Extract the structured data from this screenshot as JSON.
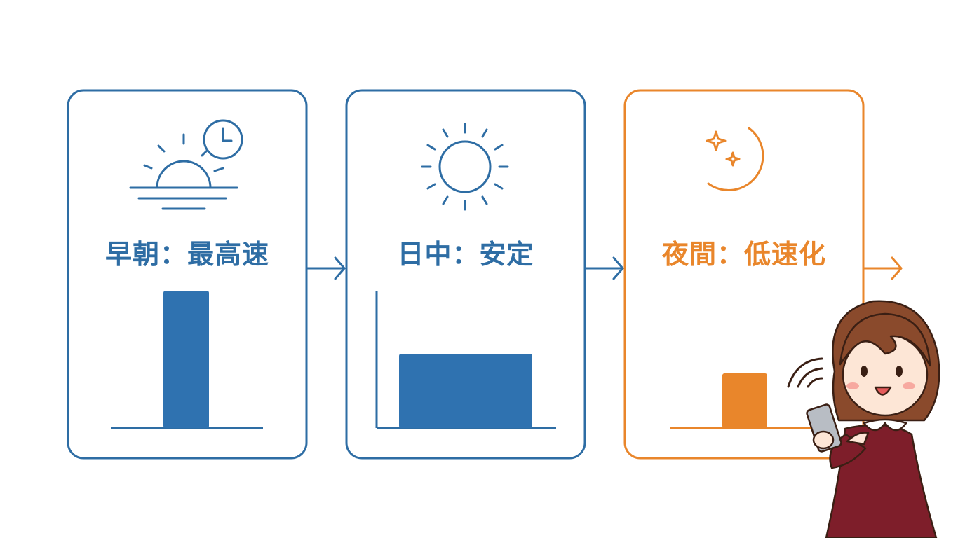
{
  "colors": {
    "blue": "#2E6DA4",
    "bar_blue": "#2F72B0",
    "orange": "#E9862B",
    "background": "#FFFFFF",
    "dress": "#7E1E2A",
    "hair": "#8A4A2C",
    "skin": "#FDE6D6"
  },
  "panels": [
    {
      "label": "早朝：最高速",
      "icon": "sunrise-clock-icon",
      "speed_level": 0.83,
      "color": "#2E6DA4"
    },
    {
      "label": "日中：安定",
      "icon": "sun-icon",
      "speed_level": 0.45,
      "color": "#2E6DA4"
    },
    {
      "label": "夜間：低速化",
      "icon": "moon-stars-icon",
      "speed_level": 0.33,
      "color": "#E9862B"
    }
  ],
  "arrows": [
    "arrow-right-icon",
    "arrow-right-icon",
    "arrow-right-icon"
  ],
  "illustration": "girl-with-smartphone"
}
